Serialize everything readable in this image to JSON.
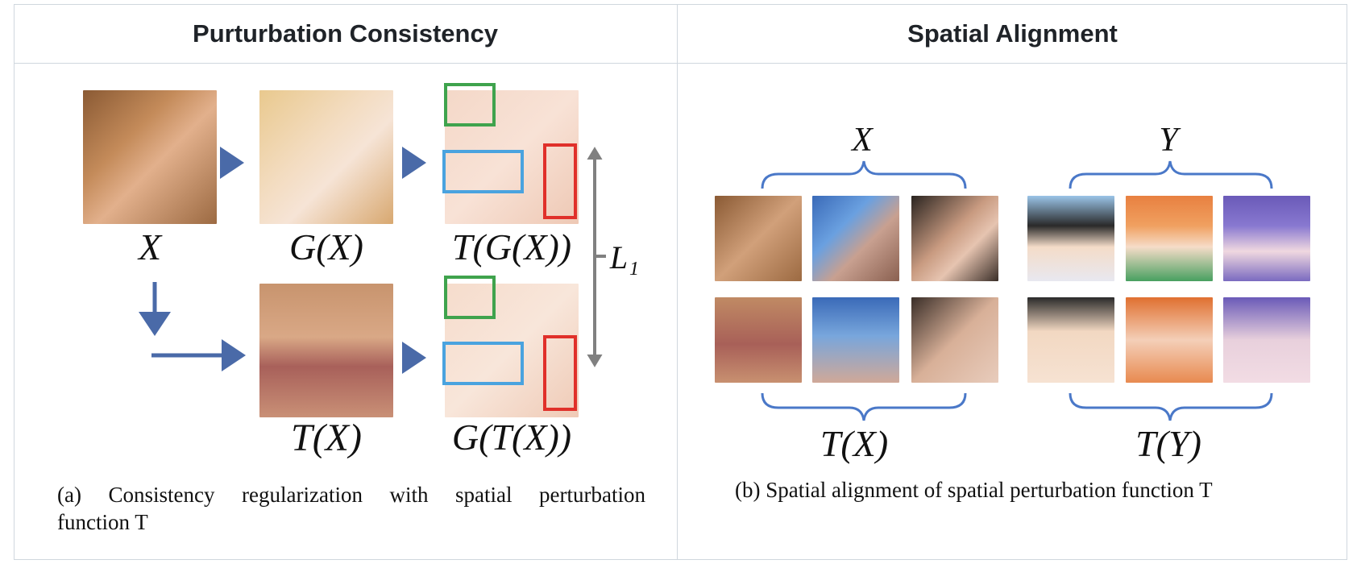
{
  "table": {
    "headers": [
      "Purturbation Consistency",
      "Spatial Alignment"
    ]
  },
  "left_figure": {
    "labels": {
      "x": "X",
      "gx": "G(X)",
      "tgx": "T(G(X))",
      "tx": "T(X)",
      "gtx": "G(T(X))",
      "loss": "L₁"
    },
    "caption_line1": "(a) Consistency regularization with spatial perturbation",
    "caption_line2": "function T",
    "colors": {
      "arrow": "#4a6aa8",
      "green_box": "#3fa34d",
      "blue_box": "#4aa3df",
      "red_box": "#e0302a",
      "loss_bar": "#808080"
    }
  },
  "right_figure": {
    "labels": {
      "x": "X",
      "y": "Y",
      "tx": "T(X)",
      "ty": "T(Y)"
    },
    "caption": "(b) Spatial alignment of spatial perturbation function T",
    "colors": {
      "brace": "#4a78c8"
    }
  }
}
